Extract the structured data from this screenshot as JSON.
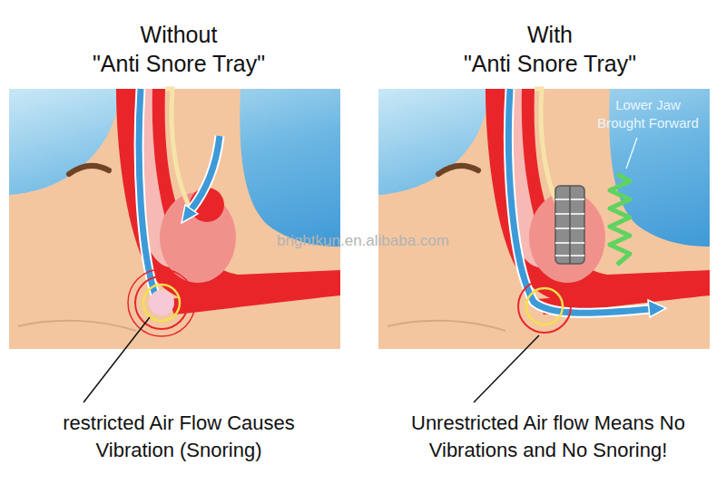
{
  "diagram": {
    "labels": [
      "Without \"Anti Snore Tray\"",
      "With \"Anti Snore Tray\"",
      "Lower Jaw Brought Forward",
      "brightkun.en.alibaba.com",
      "restricted Air Flow Causes Vibration (Snoring)",
      "Unrestricted Air flow Means No Vibrations and No Snoring!"
    ]
  }
}
